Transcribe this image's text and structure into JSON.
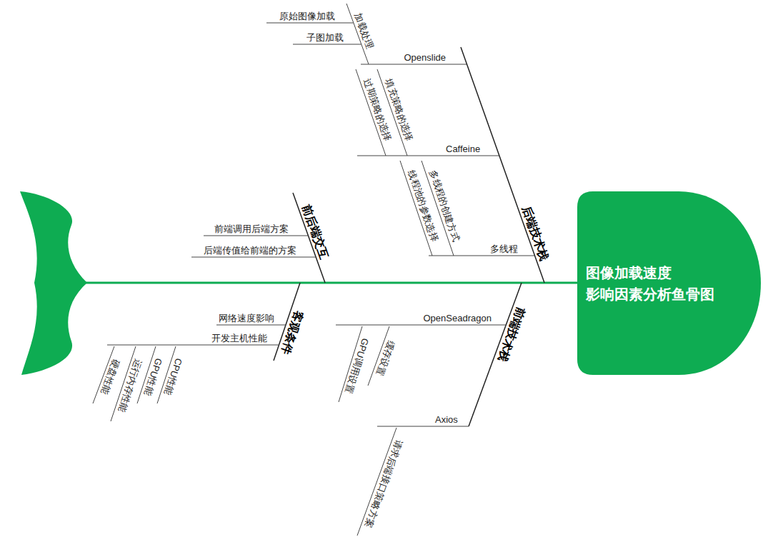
{
  "diagram": {
    "nodes": [
      {
        "text": [
          "图像加载速度 影响因素分析鱼骨图"
        ]
      }
    ],
    "labels": [
      "加载处理",
      "原始图像加载",
      "子图加载",
      "Openslide",
      "填充策略的选择",
      "过期策略的选择",
      "Caffeine",
      "多线程的创建方式",
      "线程池的参数选择",
      "多线程",
      "后端技术栈",
      "前后端交互",
      "前端调用后端方案",
      "后端传值给前端的方案",
      "客观条件",
      "网络速度影响",
      "开发主机性能",
      "CPU性能",
      "GPU性能",
      "运行内存性能",
      "硬盘性能",
      "前端技术栈",
      "OpenSeadragon",
      "缓存设置",
      "GPU调用设置",
      "Axios",
      "请求后端接口策略方案"
    ]
  }
}
